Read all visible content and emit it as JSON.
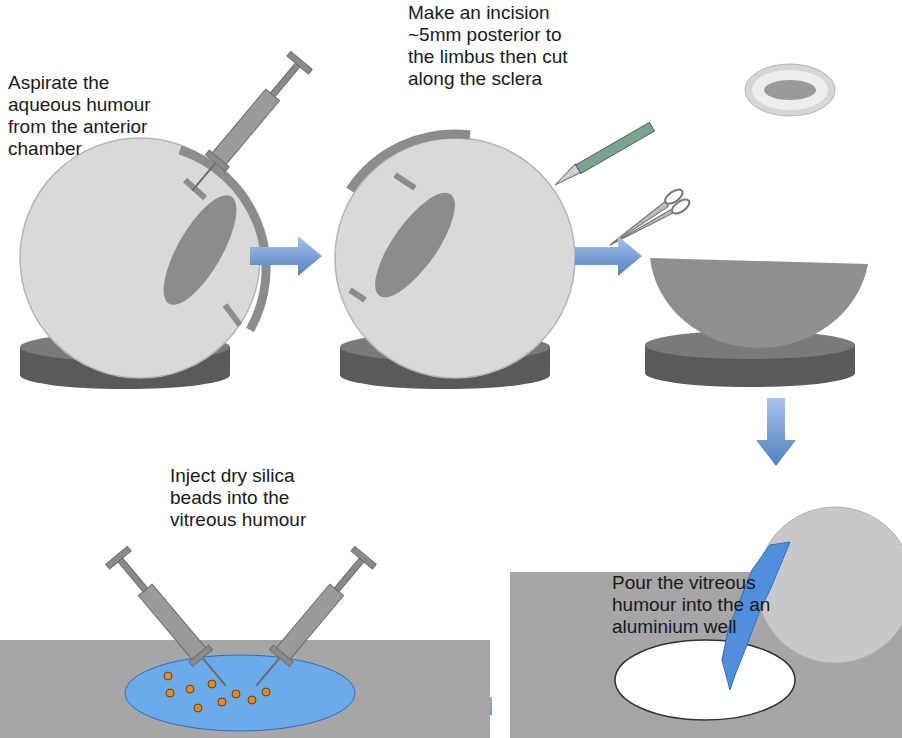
{
  "diagram": {
    "labels": [
      "Aspirate the aqueous humour from the anterior chamber",
      "Make an incision ~5mm posterior to the limbus then cut along the sclera",
      "Pour the vitreous humour into the an aluminium well",
      "Inject dry silica beads into the vitreous humour"
    ]
  }
}
